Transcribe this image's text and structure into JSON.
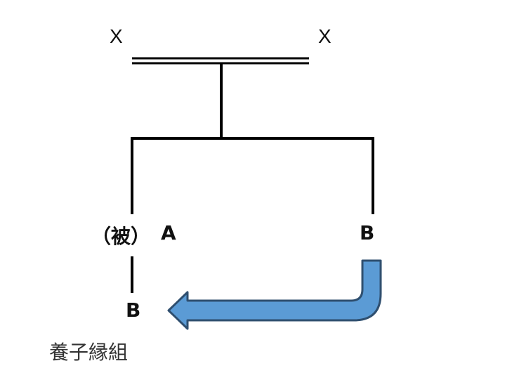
{
  "parents": {
    "left": "X",
    "right": "X"
  },
  "children": {
    "left_prefix": "（被）",
    "left": "A",
    "right": "B"
  },
  "grandchild": {
    "label": "B"
  },
  "caption": "養子縁組",
  "colors": {
    "line": "#000000",
    "arrow_fill": "#5b9bd5",
    "arrow_stroke": "#2f4f6f"
  }
}
